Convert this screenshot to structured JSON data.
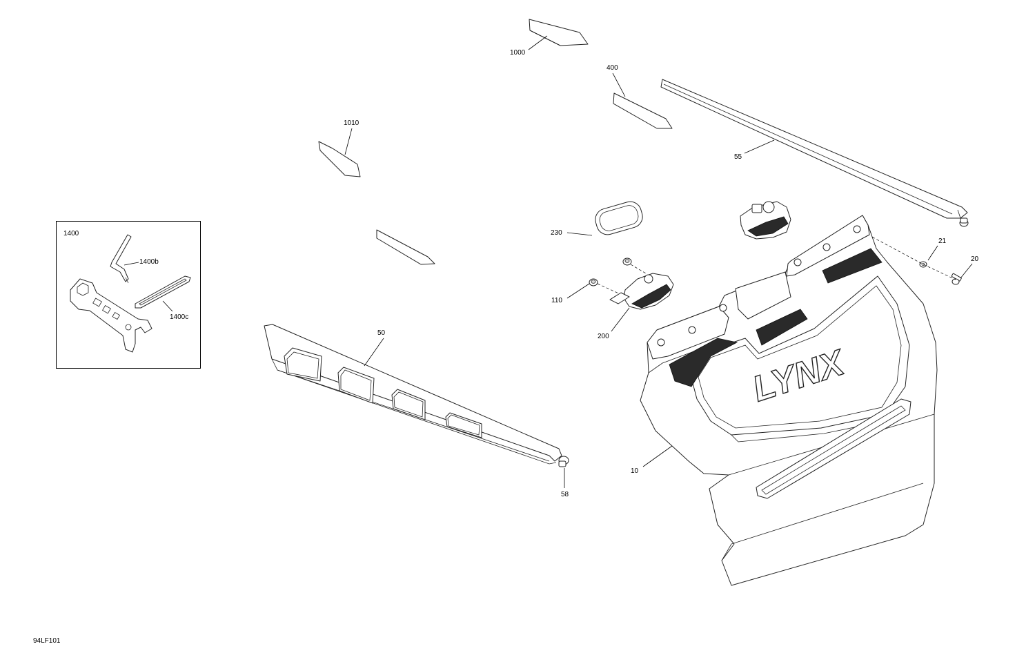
{
  "figure_code": "94LF101",
  "kit_box_label": "1400",
  "brand_mark": "LYNX",
  "callouts": {
    "c1000": "1000",
    "c400": "400",
    "c55": "55",
    "c1010": "1010",
    "c230": "230",
    "c21": "21",
    "c20": "20",
    "c110": "110",
    "c200": "200",
    "c50": "50",
    "c10": "10",
    "c58": "58",
    "c1400b": "1400b",
    "c1400c": "1400c"
  }
}
